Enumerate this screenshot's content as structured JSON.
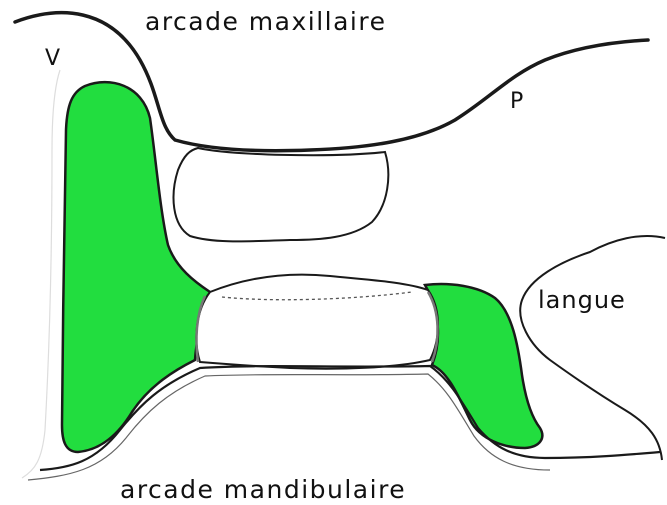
{
  "labels": {
    "top": "arcade maxillaire",
    "bottom": "arcade mandibulaire",
    "vestibule": "V",
    "palate": "P",
    "tongue": "langue"
  },
  "colors": {
    "fill_green": "#22dd3f",
    "outline": "#1a1a1a",
    "background": "#ffffff"
  }
}
